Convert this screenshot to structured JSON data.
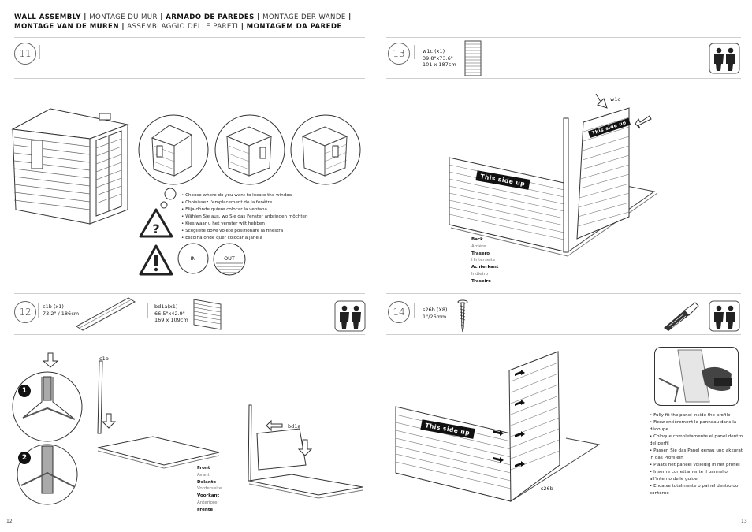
{
  "header": {
    "parts": [
      {
        "text": "WALL ASSEMBLY",
        "bold": true
      },
      {
        "text": " | ",
        "bold": true
      },
      {
        "text": "MONTAGE DU MUR",
        "bold": false
      },
      {
        "text": " | ",
        "bold": true
      },
      {
        "text": "ARMADO DE PAREDES",
        "bold": true
      },
      {
        "text": " | ",
        "bold": true
      },
      {
        "text": "MONTAGE DER WÄNDE",
        "bold": false
      },
      {
        "text": " | ",
        "bold": true
      },
      {
        "text": "MONTAGE VAN DE MUREN",
        "bold": true
      },
      {
        "text": " | ",
        "bold": true
      },
      {
        "text": "ASSEMBLAGGIO DELLE PARETI",
        "bold": false
      },
      {
        "text": " | ",
        "bold": true
      },
      {
        "text": "MONTAGEM DA PAREDE",
        "bold": true
      }
    ]
  },
  "steps": {
    "s11": {
      "num": "11"
    },
    "s12": {
      "num": "12",
      "part1": {
        "code": "c1b (x1)",
        "size": "73.2\" / 186cm"
      },
      "part2": {
        "code": "bd1a(x1)",
        "size_in": "66.5\"x42.9\"",
        "size_cm": "169 x 109cm"
      }
    },
    "s13": {
      "num": "13",
      "part": {
        "code": "w1c (x1)",
        "size_in": "39.8\"x73.6\"",
        "size_cm": "101 x 187cm"
      }
    },
    "s14": {
      "num": "14",
      "part": {
        "code": "s26b (X8)",
        "size": "1\"/26mm"
      }
    }
  },
  "window_choice_bullets": [
    "Choose where do you want to locate the window",
    "Choisissez l'emplacement de la fenêtre",
    "Elija dónde quiere colocar la ventana",
    "Wählen Sie aus, wo Sie das Fenster anbringen möchten",
    "Kies waar u het venster wilt hebben",
    "Scegliete dove volete posizionare la finestra",
    "Escolha onde quer colocar a janela"
  ],
  "in_label": "IN",
  "out_label": "OUT",
  "back_list": [
    {
      "text": "Back",
      "bold": true
    },
    {
      "text": "Arrière",
      "bold": false
    },
    {
      "text": "Trasero",
      "bold": true
    },
    {
      "text": "Hinterseite",
      "bold": false
    },
    {
      "text": "Achterkant",
      "bold": true
    },
    {
      "text": "Indietro",
      "bold": false
    },
    {
      "text": "Traseiro",
      "bold": true
    }
  ],
  "front_list": [
    {
      "text": "Front",
      "bold": true
    },
    {
      "text": "Avant",
      "bold": false
    },
    {
      "text": "Delante",
      "bold": true
    },
    {
      "text": "Vorderseite",
      "bold": false
    },
    {
      "text": "Voorkant",
      "bold": true
    },
    {
      "text": "Anteriore",
      "bold": false
    },
    {
      "text": "Frente",
      "bold": true
    }
  ],
  "panel_bullets": [
    "Fully fit the panel inside the profile",
    "Fixez entièrement le panneau dans la découpe",
    "Coloque completamente el panel dentro del perfil",
    "Passen Sie das Panel genau und akkurat in das Profil ein",
    "Plaats het paneel volledig in het profiel",
    "Inserire correttamente il pannello all'interno delle guide",
    "Encaixe totalmente o painel dentro do contorno"
  ],
  "labels": {
    "this_side_up": "This side up",
    "w1c": "w1c",
    "c1b": "c1b",
    "bd1a": "bd1a",
    "s26b": "s26b",
    "detail1": "1",
    "detail2": "2"
  },
  "page_numbers": {
    "left": "12",
    "right": "13"
  }
}
